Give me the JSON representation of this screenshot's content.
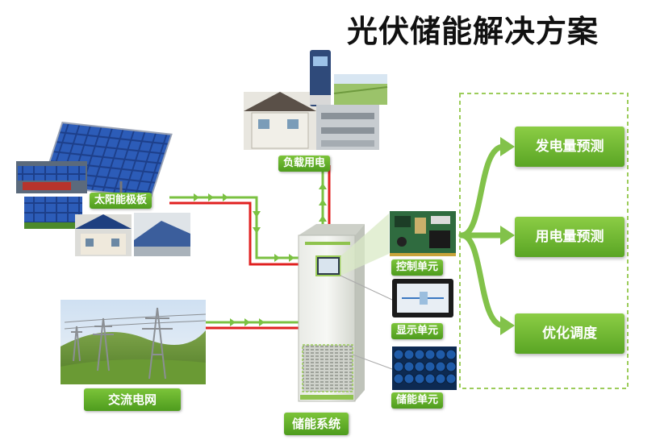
{
  "title": "光伏储能解决方案",
  "nodes": {
    "solar": "太阳能极板",
    "load": "负载用电",
    "grid": "交流电网",
    "storage_system": "储能系统",
    "control_unit": "控制单元",
    "display_unit": "显示单元",
    "storage_unit": "储能单元"
  },
  "outputs": [
    "发电量预测",
    "用电量预测",
    "优化调度"
  ],
  "colors": {
    "accent_green": "#6db52f",
    "line_red": "#e02020",
    "line_green": "#7bc142",
    "dashed_border": "#9ccc5a"
  }
}
